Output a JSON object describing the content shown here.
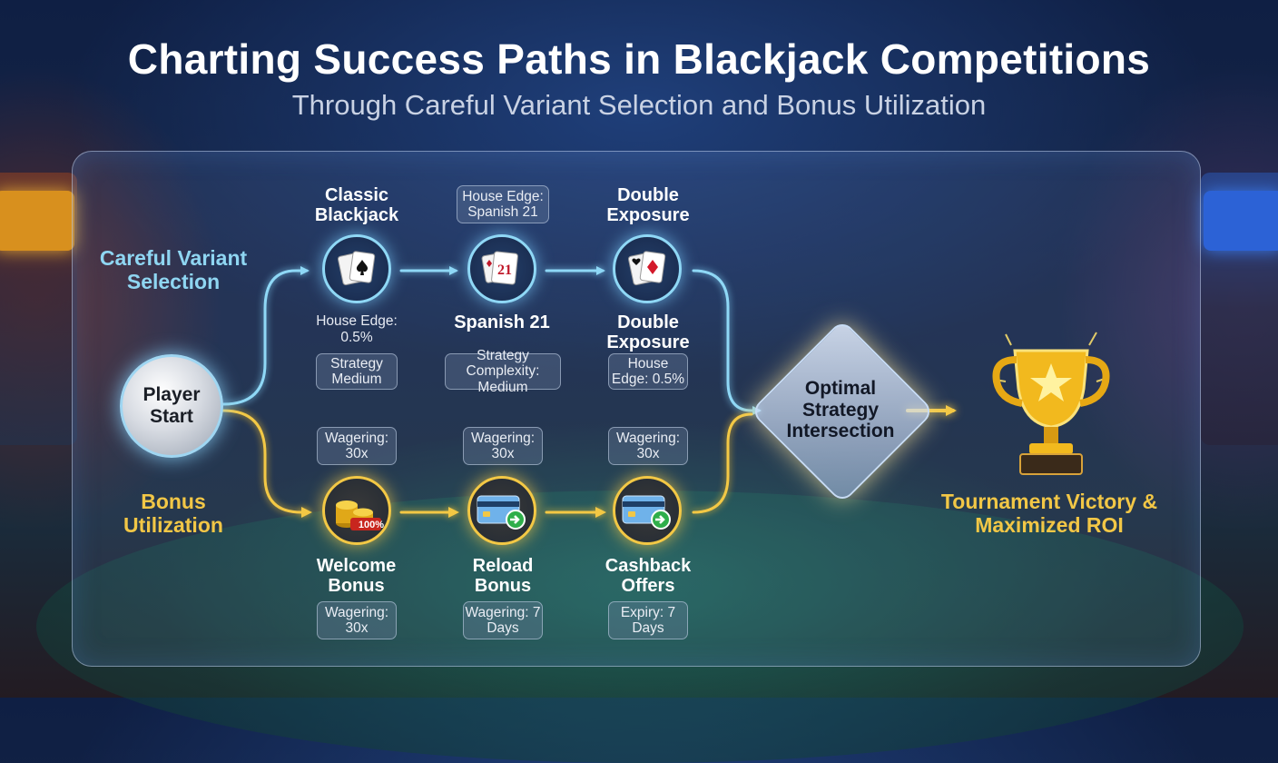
{
  "header": {
    "title": "Charting Success Paths in Blackjack Competitions",
    "subtitle": "Through Careful Variant Selection and Bonus Utilization"
  },
  "start": {
    "label": "Player Start"
  },
  "tracks": {
    "variant_label": "Careful Variant Selection",
    "bonus_label": "Bonus Utilization"
  },
  "variants": {
    "classic": {
      "title": "Classic Blackjack",
      "edge_note": "House Edge: 0.5%",
      "chip": "Strategy Medium"
    },
    "spanish": {
      "top_chip": "House Edge: Spanish 21",
      "title": "Spanish 21",
      "chip": "Strategy Complexity: Medium",
      "card_text": "21"
    },
    "double": {
      "title": "Double Exposure",
      "title_below": "Double Exposure",
      "chip": "House Edge: 0.5%"
    }
  },
  "bonuses": {
    "welcome": {
      "top_chip": "Wagering: 30x",
      "title": "Welcome Bonus",
      "chip": "Wagering: 30x",
      "badge": "100%"
    },
    "reload": {
      "top_chip": "Wagering: 30x",
      "title": "Reload Bonus",
      "chip": "Wagering: 7 Days"
    },
    "cashback": {
      "top_chip": "Wagering: 30x",
      "title": "Cashback Offers",
      "chip": "Expiry: 7 Days"
    }
  },
  "intersection": {
    "label": "Optimal Strategy Intersection"
  },
  "outcome": {
    "label": "Tournament Victory & Maximized ROI"
  },
  "colors": {
    "variant_path": "#8fd8f6",
    "bonus_path": "#f3c845",
    "outcome_arrow": "#f3c845"
  },
  "icons": {
    "classic": "playing-cards-icon",
    "spanish": "spanish-21-cards-icon",
    "double": "double-exposure-cards-icon",
    "welcome": "coin-stack-icon",
    "reload": "credit-card-icon",
    "cashback": "credit-card-icon",
    "outcome": "trophy-icon"
  }
}
